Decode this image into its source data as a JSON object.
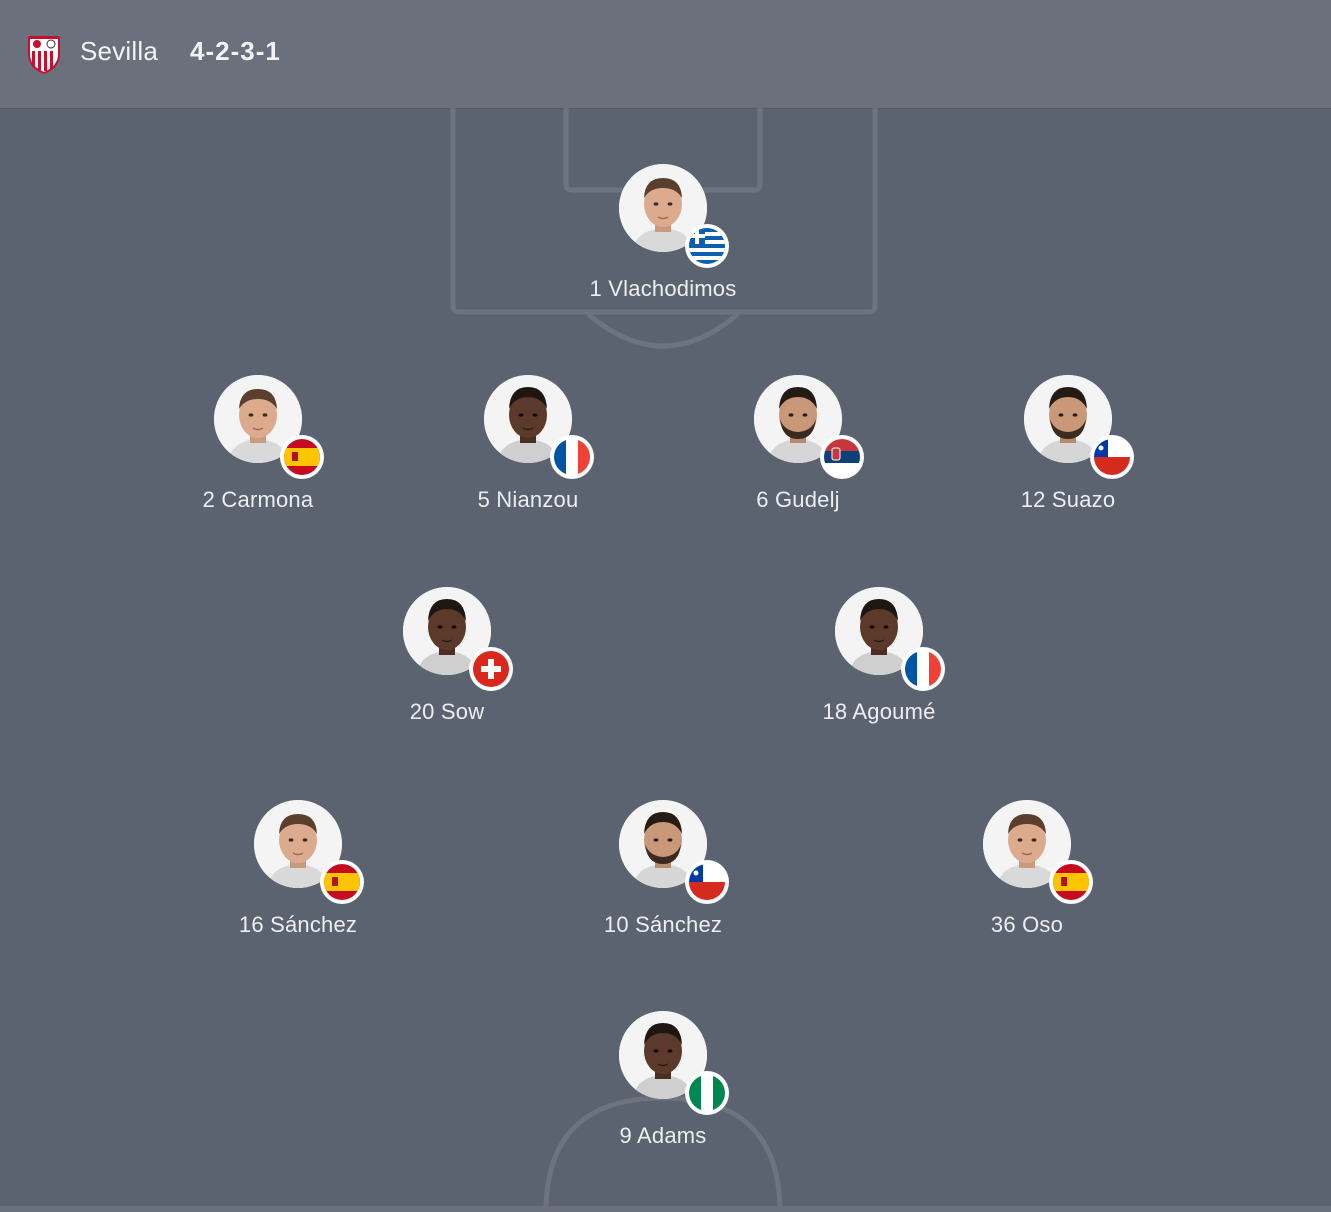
{
  "header": {
    "team_name": "Sevilla",
    "formation": "4-2-3-1",
    "crest_icon": "sevilla-crest-icon"
  },
  "colors": {
    "pitch": "#5c6370",
    "header": "#6a717c",
    "lines": "#6d7480",
    "text": "#eceef1"
  },
  "players": {
    "gk": {
      "label": "1 Vlachodimos",
      "number": 1,
      "name": "Vlachodimos",
      "nationality_icon": "greece-flag-icon"
    },
    "carmona": {
      "label": "2 Carmona",
      "number": 2,
      "name": "Carmona",
      "nationality_icon": "spain-flag-icon"
    },
    "nianzou": {
      "label": "5 Nianzou",
      "number": 5,
      "name": "Nianzou",
      "nationality_icon": "france-flag-icon"
    },
    "gudelj": {
      "label": "6 Gudelj",
      "number": 6,
      "name": "Gudelj",
      "nationality_icon": "serbia-flag-icon"
    },
    "suazo": {
      "label": "12 Suazo",
      "number": 12,
      "name": "Suazo",
      "nationality_icon": "chile-flag-icon"
    },
    "sow": {
      "label": "20 Sow",
      "number": 20,
      "name": "Sow",
      "nationality_icon": "switzerland-flag-icon"
    },
    "agoume": {
      "label": "18 Agoumé",
      "number": 18,
      "name": "Agoumé",
      "nationality_icon": "france-flag-icon"
    },
    "sanchez16": {
      "label": "16 Sánchez",
      "number": 16,
      "name": "Sánchez",
      "nationality_icon": "spain-flag-icon"
    },
    "sanchez10": {
      "label": "10 Sánchez",
      "number": 10,
      "name": "Sánchez",
      "nationality_icon": "chile-flag-icon"
    },
    "oso": {
      "label": "36 Oso",
      "number": 36,
      "name": "Oso",
      "nationality_icon": "spain-flag-icon"
    },
    "adams": {
      "label": "9 Adams",
      "number": 9,
      "name": "Adams",
      "nationality_icon": "nigeria-flag-icon"
    }
  }
}
